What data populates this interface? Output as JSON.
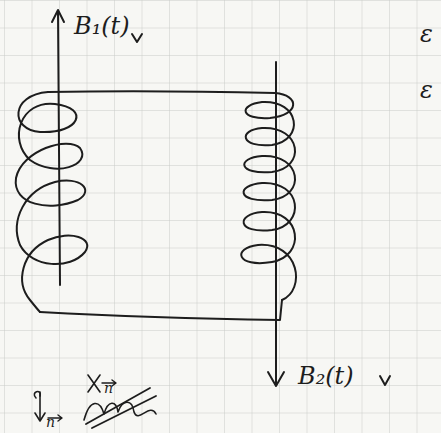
{
  "diagram": {
    "labels": [
      "B₁(t)",
      "B₂(t)",
      "n",
      "n",
      "ε",
      "ε"
    ]
  }
}
